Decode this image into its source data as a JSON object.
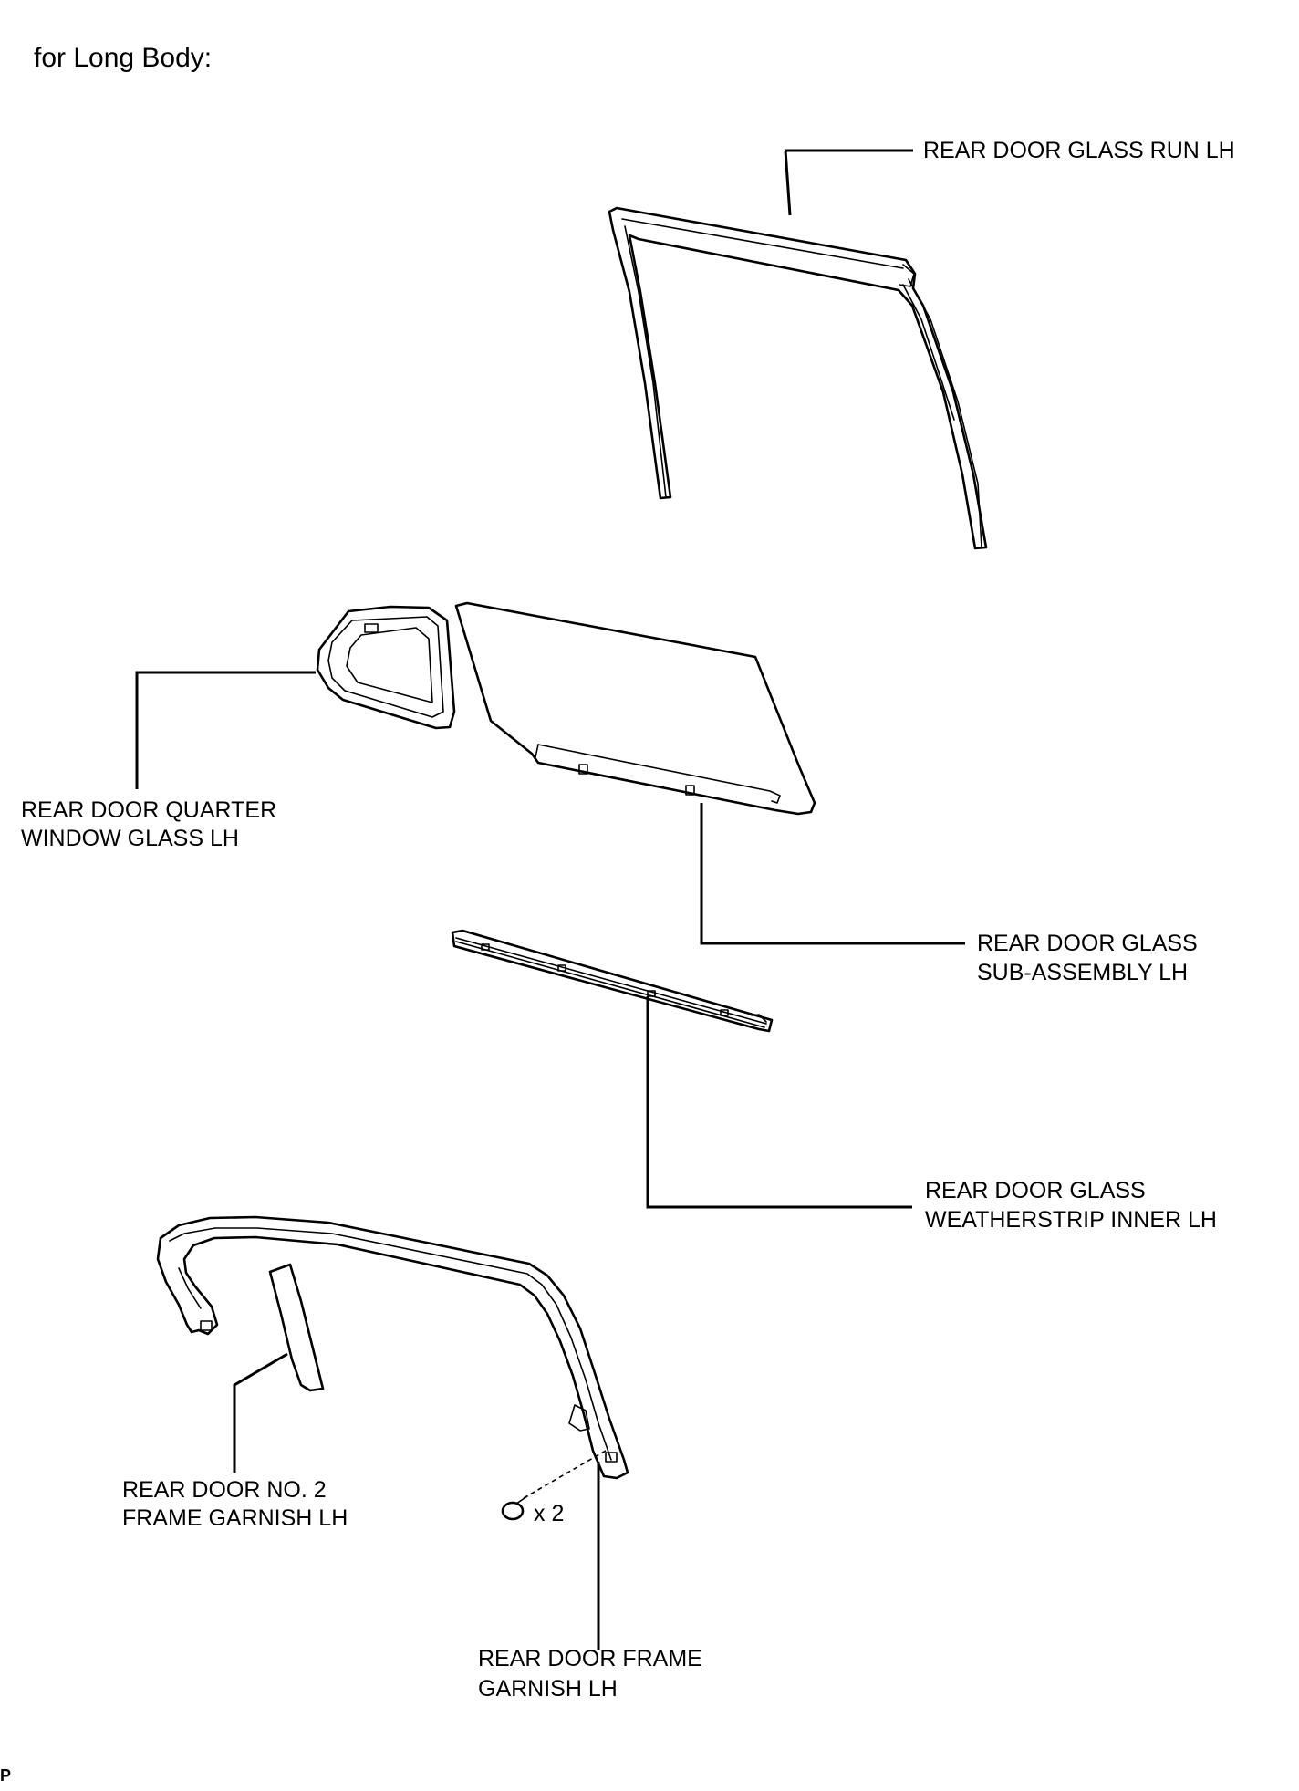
{
  "heading": "for Long Body:",
  "labels": {
    "glass_run": "REAR DOOR GLASS RUN LH",
    "quarter_glass_line1": "REAR DOOR QUARTER",
    "quarter_glass_line2": "WINDOW GLASS LH",
    "glass_sub_line1": "REAR DOOR GLASS",
    "glass_sub_line2": "SUB-ASSEMBLY LH",
    "weatherstrip_line1": "REAR DOOR GLASS",
    "weatherstrip_line2": "WEATHERSTRIP INNER LH",
    "no2_garnish_line1": "REAR DOOR NO. 2",
    "no2_garnish_line2": "FRAME GARNISH LH",
    "frame_garnish_line1": "REAR DOOR FRAME",
    "frame_garnish_line2": "GARNISH LH",
    "clip_count": "x 2"
  },
  "corner_mark": "P"
}
